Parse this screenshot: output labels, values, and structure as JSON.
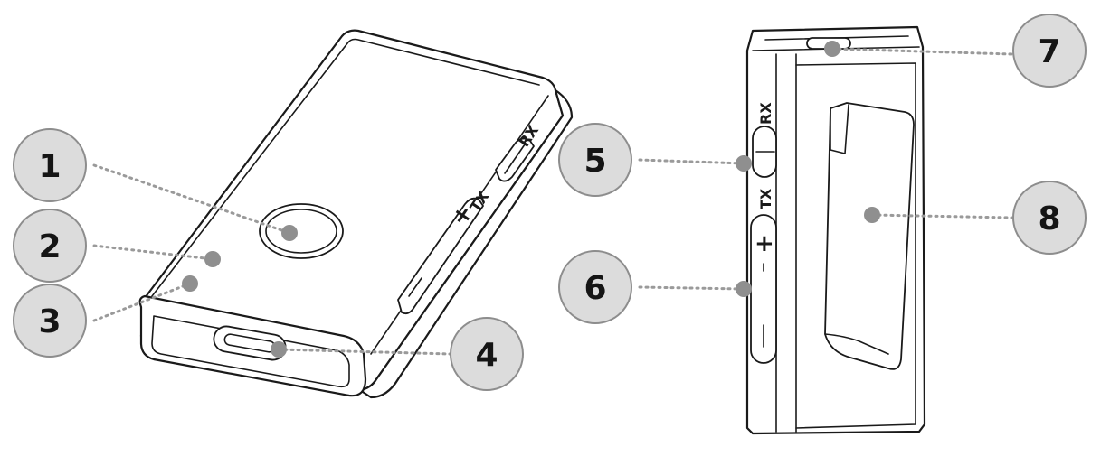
{
  "callouts": [
    {
      "number": "1"
    },
    {
      "number": "2"
    },
    {
      "number": "3"
    },
    {
      "number": "4"
    },
    {
      "number": "5"
    },
    {
      "number": "6"
    },
    {
      "number": "7"
    },
    {
      "number": "8"
    }
  ],
  "device_labels": {
    "front_tx": "TX",
    "front_rx": "RX",
    "side_tx": "TX",
    "side_rx": "RX",
    "front_plus": "+",
    "side_plus": "+"
  }
}
